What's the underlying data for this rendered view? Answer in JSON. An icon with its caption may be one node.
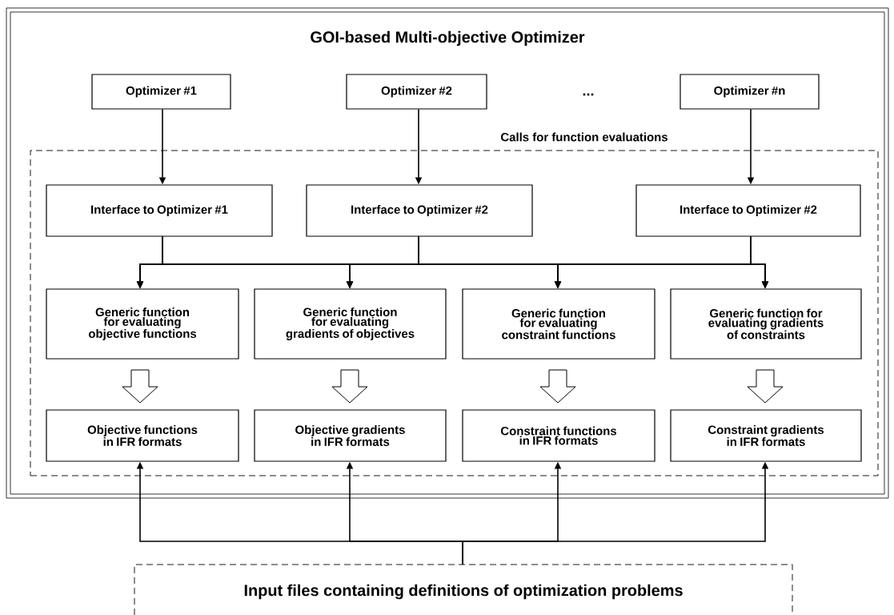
{
  "diagram": {
    "nodes": [
      {
        "text": [
          "GOI-based Multi-objective Optimizer"
        ]
      },
      {
        "text": [
          "Optimizer #1"
        ],
        "in": 0
      },
      {
        "text": [
          "Optimizer #2"
        ],
        "in": 0
      },
      {
        "text": [
          "Optimizer #n"
        ],
        "in": 0
      },
      {
        "text": [
          "Calls for function evaluations"
        ],
        "in": 0
      },
      {
        "text": [
          "Interface to Optimizer #1"
        ],
        "in": 4
      },
      {
        "text": [
          "Interface to Optimizer #2"
        ],
        "in": 4
      },
      {
        "text": [
          "Interface to Optimizer #2"
        ],
        "in": 4
      },
      {
        "text": [
          "Generic function for evaluating objective functions"
        ],
        "in": 4
      },
      {
        "text": [
          "Generic function for evaluating gradients of objectives"
        ],
        "in": 4
      },
      {
        "text": [
          "Generic function for evaluating constraint functions"
        ],
        "in": 4
      },
      {
        "text": [
          "Generic function for evaluating gradients of constraints"
        ],
        "in": 4
      },
      {
        "text": [
          "Objective functions in IFR formats"
        ],
        "in": 4
      },
      {
        "text": [
          "Objective gradients in IFR formats"
        ],
        "in": 4
      },
      {
        "text": [
          "Constraint functions in IFR formats"
        ],
        "in": 4
      },
      {
        "text": [
          "Constraint gradients in IFR formats"
        ],
        "in": 4
      },
      {
        "text": [
          "Input files containing definitions of optimization problems"
        ]
      }
    ],
    "edges": [
      {
        "from": 1,
        "to": 5,
        "arrow": "to"
      },
      {
        "from": 2,
        "to": 6,
        "arrow": "to"
      },
      {
        "from": 3,
        "to": 7,
        "arrow": "to"
      },
      {
        "from": 5,
        "to": 8,
        "arrow": "to"
      },
      {
        "from": 5,
        "to": 9,
        "arrow": "to"
      },
      {
        "from": 5,
        "to": 10,
        "arrow": "to"
      },
      {
        "from": 5,
        "to": 11,
        "arrow": "to"
      },
      {
        "from": 6,
        "to": 8,
        "arrow": "to"
      },
      {
        "from": 6,
        "to": 9,
        "arrow": "to"
      },
      {
        "from": 6,
        "to": 10,
        "arrow": "to"
      },
      {
        "from": 6,
        "to": 11,
        "arrow": "to"
      },
      {
        "from": 7,
        "to": 8,
        "arrow": "to"
      },
      {
        "from": 7,
        "to": 9,
        "arrow": "to"
      },
      {
        "from": 7,
        "to": 10,
        "arrow": "to"
      },
      {
        "from": 7,
        "to": 11,
        "arrow": "to"
      },
      {
        "from": 8,
        "to": 12,
        "arrow": "to",
        "style": "thick"
      },
      {
        "from": 9,
        "to": 13,
        "arrow": "to",
        "style": "thick"
      },
      {
        "from": 10,
        "to": 14,
        "arrow": "to",
        "style": "thick"
      },
      {
        "from": 11,
        "to": 15,
        "arrow": "to",
        "style": "thick"
      },
      {
        "from": 16,
        "to": 12,
        "arrow": "to"
      },
      {
        "from": 16,
        "to": 13,
        "arrow": "to"
      },
      {
        "from": 16,
        "to": 14,
        "arrow": "to"
      },
      {
        "from": 16,
        "to": 15,
        "arrow": "to"
      }
    ],
    "labels": [
      "..."
    ]
  }
}
